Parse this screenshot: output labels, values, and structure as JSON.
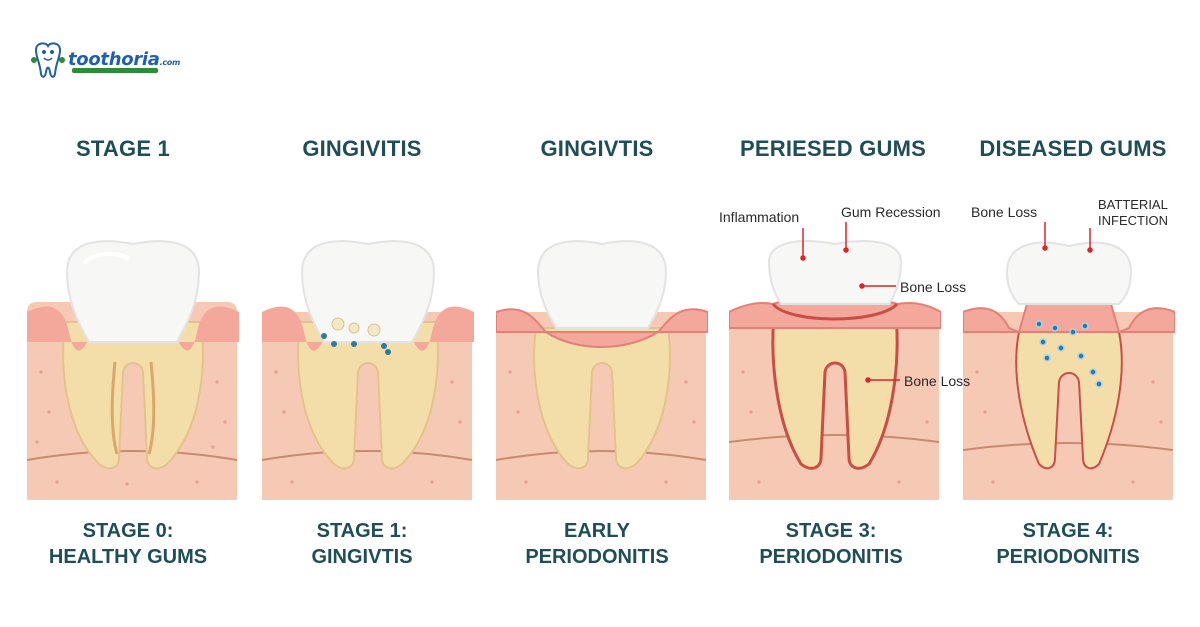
{
  "brand": {
    "name": "toothoria",
    "suffix": ".com",
    "colors": {
      "primary": "#1f5fae",
      "accent": "#2e8b3a"
    }
  },
  "colors": {
    "heading": "#1f4e58",
    "gum": "#f3a89b",
    "gum_edge": "#e2817a",
    "bone": "#f6c9b4",
    "root": "#f3deaa",
    "enamel": "#f7f7f5",
    "callout_line": "#d9262b",
    "bacteria": "#2b7aa5"
  },
  "stages": [
    {
      "title": "STAGE 1",
      "caption_line1": "STAGE 0:",
      "caption_line2": "HEALTHY GUMS"
    },
    {
      "title": "GINGIVITIS",
      "caption_line1": "STAGE 1:",
      "caption_line2": "GINGIVTIS"
    },
    {
      "title": "GINGIVTIS",
      "caption_line1": "EARLY",
      "caption_line2": "PERIODONITIS"
    },
    {
      "title": "PERIESED GUMS",
      "caption_line1": "STAGE 3:",
      "caption_line2": "PERIODONITIS"
    },
    {
      "title": "DISEASED GUMS",
      "caption_line1": "STAGE 4:",
      "caption_line2": "PERIODONITIS"
    }
  ],
  "callouts": {
    "inflammation": "Inflammation",
    "gum_recession": "Gum Recession",
    "bone_loss_upper": "Bone Loss",
    "bone_loss_lower": "Bone Loss",
    "bone_loss_stage4": "Bone Loss",
    "bacterial_line1": "BATTERIAL",
    "bacterial_line2": "INFECTION"
  }
}
